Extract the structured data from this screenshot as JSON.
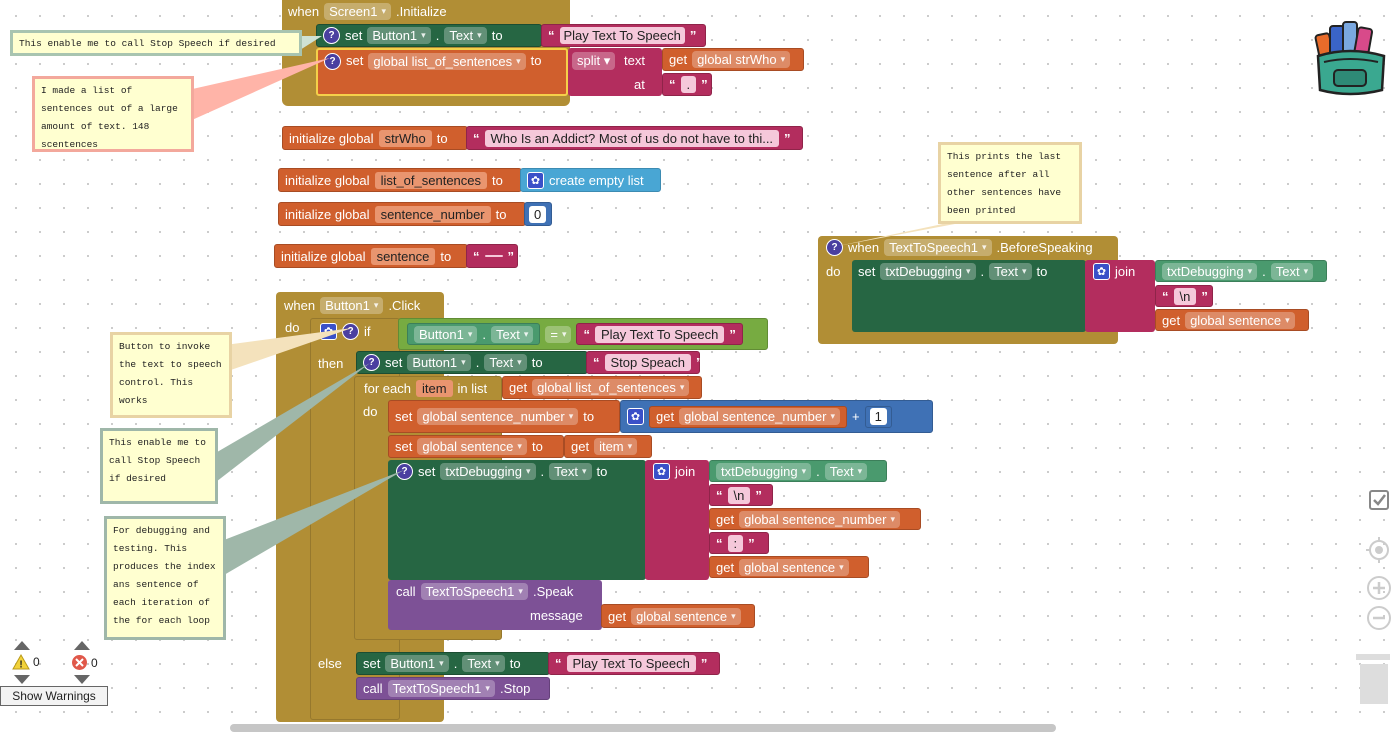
{
  "screen_init": {
    "when": "when",
    "component": "Screen1",
    "event": ".Initialize",
    "set1": {
      "set": "set",
      "comp": "Button1",
      "dot": ".",
      "prop": "Text",
      "to": "to",
      "value": "Play Text To Speech"
    },
    "set2": {
      "set": "set",
      "var": "global list_of_sentences",
      "to": "to",
      "split": "split",
      "text": "text",
      "get": "get",
      "src": "global strWho",
      "at": "at",
      "sep": "."
    }
  },
  "globals": {
    "strwho": {
      "label": "initialize global",
      "name": "strWho",
      "to": "to",
      "value": "Who Is an Addict?  Most of us do not have to thi..."
    },
    "list": {
      "label": "initialize global",
      "name": "list_of_sentences",
      "to": "to",
      "value": "create empty list"
    },
    "number": {
      "label": "initialize global",
      "name": "sentence_number",
      "to": "to",
      "value": "0"
    },
    "sentence": {
      "label": "initialize global",
      "name": "sentence",
      "to": "to",
      "value": " "
    }
  },
  "tts_before": {
    "when": "when",
    "component": "TextToSpeech1",
    "event": ".BeforeSpeaking",
    "do": "do",
    "set": "set",
    "comp": "txtDebugging",
    "dot": ".",
    "prop": "Text",
    "to": "to",
    "join": "join",
    "item1_comp": "txtDebugging",
    "item1_prop": "Text",
    "item2": "\\n",
    "get": "get",
    "item3": "global sentence"
  },
  "button_click": {
    "when": "when",
    "component": "Button1",
    "event": ".Click",
    "do": "do",
    "if": "if",
    "cond_comp": "Button1",
    "cond_prop": "Text",
    "eq": "=",
    "cond_value": "Play Text To Speech",
    "then": "then",
    "else": "else",
    "set_text": {
      "set": "set",
      "comp": "Button1",
      "prop": "Text",
      "to": "to",
      "value": "Stop Speach"
    },
    "foreach": {
      "for_each": "for each",
      "item": "item",
      "in_list": "in list",
      "get": "get",
      "list": "global list_of_sentences",
      "do": "do"
    },
    "set_num": {
      "set": "set",
      "var": "global sentence_number",
      "to": "to",
      "get": "get",
      "src": "global sentence_number",
      "plus": "+",
      "inc": "1"
    },
    "set_sent": {
      "set": "set",
      "var": "global sentence",
      "to": "to",
      "get": "get",
      "src": "item"
    },
    "set_debug": {
      "set": "set",
      "comp": "txtDebugging",
      "prop": "Text",
      "to": "to",
      "join": "join",
      "i1_comp": "txtDebugging",
      "i1_prop": "Text",
      "i2": "\\n",
      "get": "get",
      "i3": "global sentence_number",
      "i4": ":",
      "i5": "global sentence"
    },
    "speak": {
      "call": "call",
      "comp": "TextToSpeech1",
      "method": ".Speak",
      "message": "message",
      "get": "get",
      "var": "global sentence"
    },
    "else_set": {
      "set": "set",
      "comp": "Button1",
      "prop": "Text",
      "to": "to",
      "value": "Play Text To Speech"
    },
    "else_call": {
      "call": "call",
      "comp": "TextToSpeech1",
      "method": ".Stop"
    }
  },
  "comments": {
    "c1": "This enable me to call Stop Speech if desired",
    "c2": "I made a list of sentences out of a large amount of text. 148 scentences",
    "c3": "This prints the last sentence after all other sentences have been printed",
    "c4": "Button to invoke the text to speech control. This works",
    "c5": "This enable me to call Stop Speech if desired",
    "c6": "For debugging and testing. This produces the index ans sentence of each iteration of the for each loop"
  },
  "warnings": {
    "warning_count": "0",
    "error_count": "0",
    "button": "Show Warnings"
  },
  "colors": {
    "control": "#b18e35",
    "variable": "#d05f2d",
    "text": "#b32d5e",
    "component": "#266643",
    "list": "#49a6d4",
    "math": "#3f71b5",
    "procedure": "#7d5196",
    "logic": "#77ab41"
  }
}
